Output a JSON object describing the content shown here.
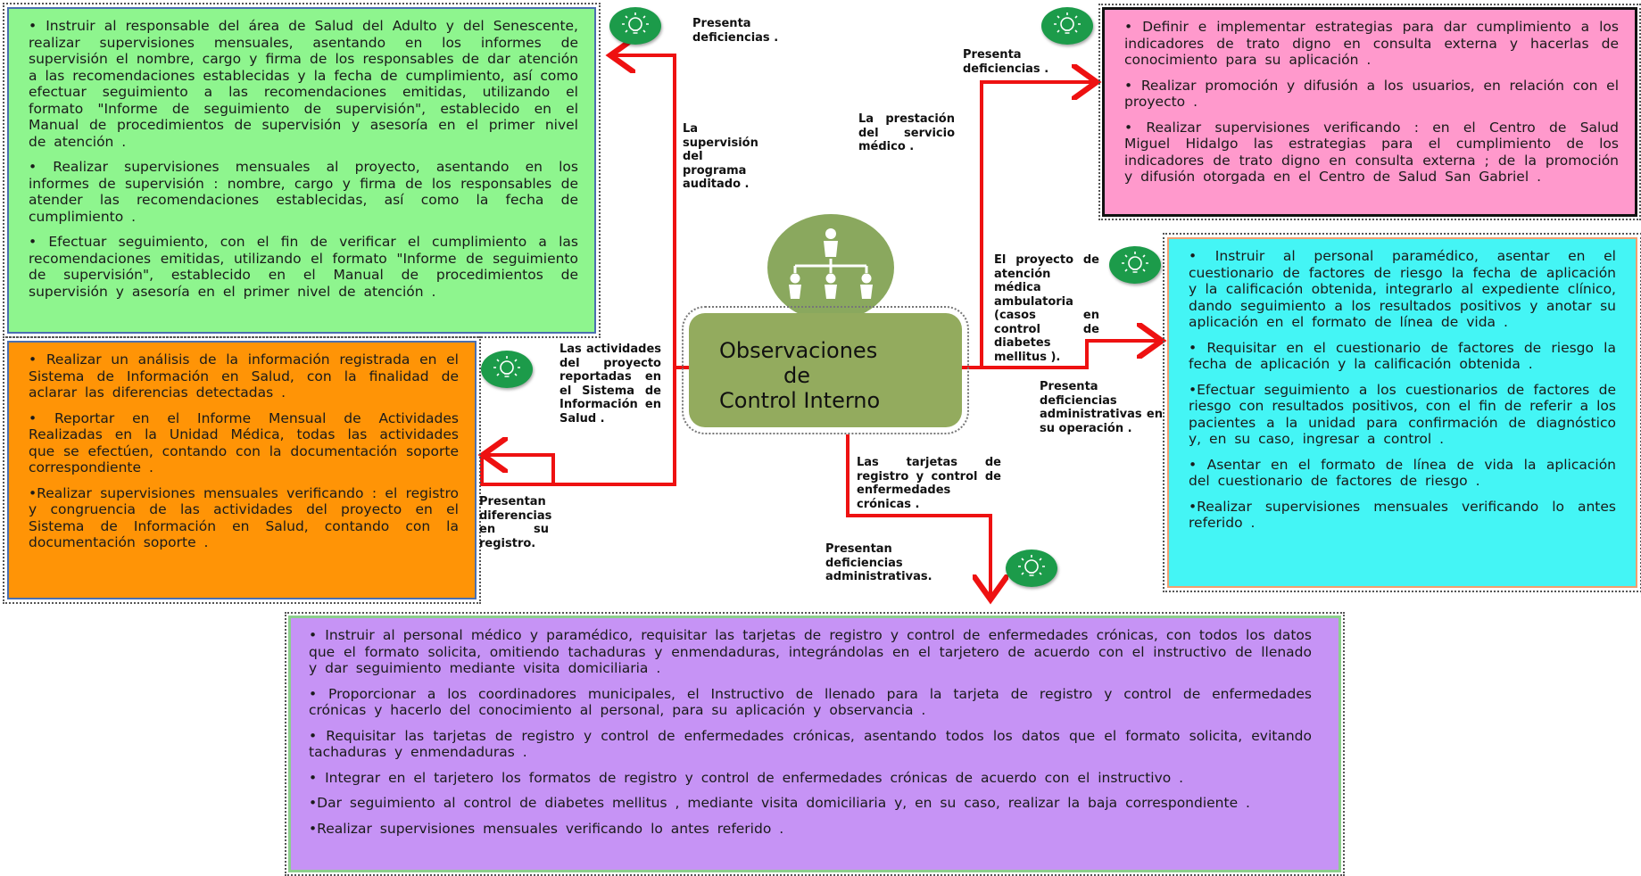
{
  "center": {
    "line1": "Observaciones",
    "line2": "de",
    "line3": "Control Interno",
    "icon": "org-chart-icon"
  },
  "labels": {
    "presenta_tl": "Presenta deficiencias .",
    "supervision": "La supervisión del programa auditado .",
    "actividades": "Las actividades del proyecto reportadas en el Sistema de Información en Salud .",
    "presentan_dif": "Presentan diferencias en su registro.",
    "prestacion": "La prestación del servicio médico .",
    "presenta_tr": "Presenta deficiencias .",
    "proyecto_atencion": "El proyecto de atención médica ambulatoria (casos en control de diabetes mellitus ).",
    "presenta_adm": "Presenta deficiencias administrativas en su operación .",
    "tarjetas": "Las tarjetas de registro y control de enfermedades crónicas .",
    "presentan_adm": "Presentan deficiencias administrativas."
  },
  "boxes": {
    "top_left": [
      "• Instruir al responsable del área de Salud del Adulto y del Senescente, realizar supervisiones mensuales, asentando en los informes de supervisión el nombre, cargo y firma de los responsables de dar atención a las recomendaciones establecidas y la fecha de cumplimiento, así como efectuar seguimiento a las recomendaciones emitidas, utilizando el formato \"Informe de seguimiento de supervisión\", establecido en el Manual de procedimientos de supervisión y asesoría en el primer nivel de atención .",
      "• Realizar supervisiones mensuales al proyecto, asentando en los informes de supervisión : nombre, cargo y firma de los responsables de atender las recomendaciones establecidas, así como la fecha de cumplimiento .",
      "• Efectuar seguimiento, con el fin de verificar el cumplimiento a las recomendaciones emitidas, utilizando el formato \"Informe de seguimiento de supervisión\", establecido en el Manual de procedimientos de supervisión y asesoría en el primer nivel de atención ."
    ],
    "mid_left": [
      "• Realizar un análisis de la información registrada en el Sistema de Información en Salud, con la finalidad de aclarar las diferencias detectadas .",
      "• Reportar en el Informe Mensual de Actividades Realizadas en la Unidad Médica, todas las actividades que se efectúen, contando con la documentación soporte correspondiente .",
      "•Realizar supervisiones mensuales verificando : el registro y congruencia de las actividades del proyecto en el Sistema de Información en Salud, contando con la documentación soporte ."
    ],
    "top_right": [
      "• Definir e implementar estrategias para dar cumplimiento a los indicadores de trato digno en consulta externa y hacerlas de conocimiento para su aplicación .",
      "• Realizar promoción y difusión a los usuarios, en relación con el proyecto .",
      "• Realizar supervisiones verificando : en el Centro de Salud Miguel Hidalgo las estrategias para el cumplimiento de los indicadores de trato digno en consulta externa ; de la promoción y difusión otorgada en el Centro de Salud San Gabriel ."
    ],
    "mid_right": [
      "• Instruir al personal paramédico, asentar en el cuestionario de factores de riesgo la fecha de aplicación y la calificación obtenida, integrarlo al expediente clínico, dando seguimiento a los resultados positivos y anotar su aplicación en el formato de línea de vida .",
      "• Requisitar en el cuestionario de factores de riesgo la fecha de aplicación y la calificación obtenida .",
      "•Efectuar seguimiento a los cuestionarios de factores de riesgo con resultados positivos, con el fin de referir a los pacientes a la unidad para confirmación de diagnóstico y, en su caso, ingresar a control .",
      "• Asentar en el formato de línea de vida la aplicación del cuestionario de factores de riesgo .",
      "•Realizar supervisiones mensuales verificando lo antes referido ."
    ],
    "bottom": [
      "• Instruir al personal médico y paramédico, requisitar las tarjetas de registro y control de enfermedades crónicas, con todos los datos que el formato solicita, omitiendo tachaduras y enmendaduras, integrándolas en el tarjetero de acuerdo con el instructivo de llenado y dar seguimiento mediante visita domiciliaria .",
      "• Proporcionar a los coordinadores municipales, el Instructivo de llenado para la tarjeta de registro y control de enfermedades crónicas y hacerlo del conocimiento al personal, para su aplicación y observancia .",
      "• Requisitar las tarjetas de registro y control de enfermedades crónicas, asentando todos los datos que el formato solicita, evitando tachaduras y enmendaduras .",
      "• Integrar en el tarjetero los formatos de registro y control de enfermedades crónicas de acuerdo con el instructivo .",
      "•Dar seguimiento al control de diabetes mellitus , mediante visita domiciliaria y, en su caso, realizar la baja correspondiente .",
      "•Realizar supervisiones mensuales verificando lo antes referido ."
    ]
  },
  "colors": {
    "arrow": "#ee1111",
    "green_box": "#8ef58e",
    "orange_box": "#ff9406",
    "pink_box": "#ff99cc",
    "cyan_box": "#44f5f5",
    "purple_box": "#c693f5",
    "center": "#93ab5e",
    "bulb": "#1c9b4a"
  },
  "icons": [
    "lightbulb-icon",
    "org-chart-icon"
  ]
}
